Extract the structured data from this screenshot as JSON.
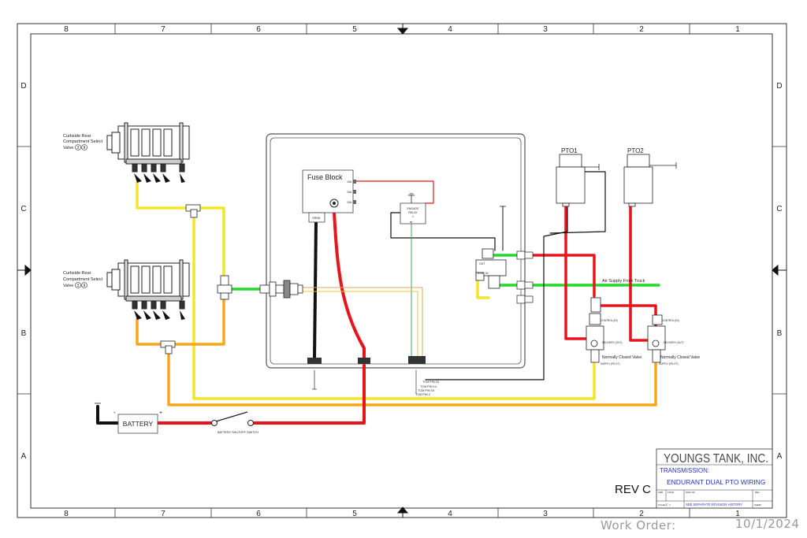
{
  "grid": {
    "columns": [
      "8",
      "7",
      "6",
      "5",
      "4",
      "3",
      "2",
      "1"
    ],
    "rows": [
      "D",
      "C",
      "B",
      "A"
    ]
  },
  "components": {
    "valve_top_label": [
      "Curbside Rear",
      "Compartment Select",
      "Valve"
    ],
    "valve_top_refs": [
      "3",
      "9"
    ],
    "valve_bottom_label": [
      "Curbside Rear",
      "Compartment Select",
      "Valve"
    ],
    "valve_bottom_refs": [
      "3",
      "9"
    ],
    "fuse_block": "Fuse Block",
    "fuse_ratings": [
      "15A",
      "10A",
      "10A"
    ],
    "grnd": "GRND",
    "engage_relay": [
      "ENGAGE",
      "RELAY",
      "1"
    ],
    "relay_pin": "86",
    "solenoid_ports": [
      "OUT",
      "EXH",
      "IN"
    ],
    "pto1": "PTO1",
    "pto2": "PTO2",
    "air_supply": "Air Supply From Truck",
    "control_in": "CONTROL (IN)",
    "delivery_out": "DELIVERY (OUT)",
    "supply_pilot": "SUPPLY (PILOT)",
    "nc_valve": "Normally Closed Valve",
    "tcm_pins": [
      "TCM PIN 16",
      "TCM PIN 14",
      "TCM PIN 15",
      "TCM PIN 2"
    ],
    "battery": "BATTERY",
    "battery_minus": "-",
    "battery_plus": "+",
    "battery_switch": "BATTERY SHUTOFF SWITCH"
  },
  "title_block": {
    "company": "YOUNGS TANK, INC.",
    "category": "TRANSMISSION:",
    "drawing_title": "ENDURANT DUAL PTO WIRING",
    "scale_label": "SCALE",
    "scale_value": "1\" =",
    "revision_note": "SEE SEPARATE REVISION HISTORY",
    "sheet_label": "SHEET",
    "size_label": "SIZE",
    "fscm_label": "FSCM",
    "dwg_label": "DWG NO",
    "rev_label": "REV"
  },
  "revision": "REV C",
  "footer": {
    "work_order": "Work Order:",
    "date": "10/1/2024"
  },
  "colors": {
    "red": "#e8141c",
    "yellow": "#f2e52c",
    "orange": "#f7a51e",
    "green": "#22d82a",
    "title_blue": "#2233d0",
    "frame": "#333333"
  }
}
